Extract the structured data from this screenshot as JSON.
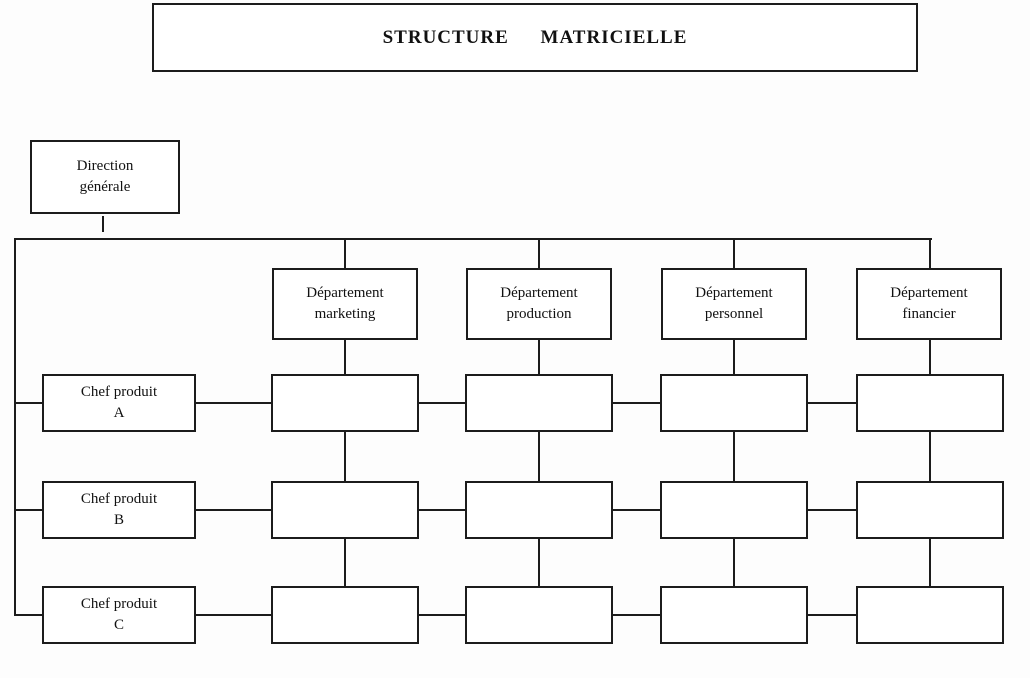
{
  "diagram": {
    "title": "STRUCTURE MATRICIELLE",
    "nodes": {
      "direction": [
        "Direction",
        "générale"
      ],
      "departments": [
        [
          "Département",
          "marketing"
        ],
        [
          "Département",
          "production"
        ],
        [
          "Département",
          "personnel"
        ],
        [
          "Département",
          "financier"
        ]
      ],
      "chefs": [
        [
          "Chef produit",
          "A"
        ],
        [
          "Chef produit",
          "B"
        ],
        [
          "Chef produit",
          "C"
        ]
      ]
    },
    "colors": {
      "line": "#1c1c1c",
      "background": "#fdfdfd"
    }
  }
}
